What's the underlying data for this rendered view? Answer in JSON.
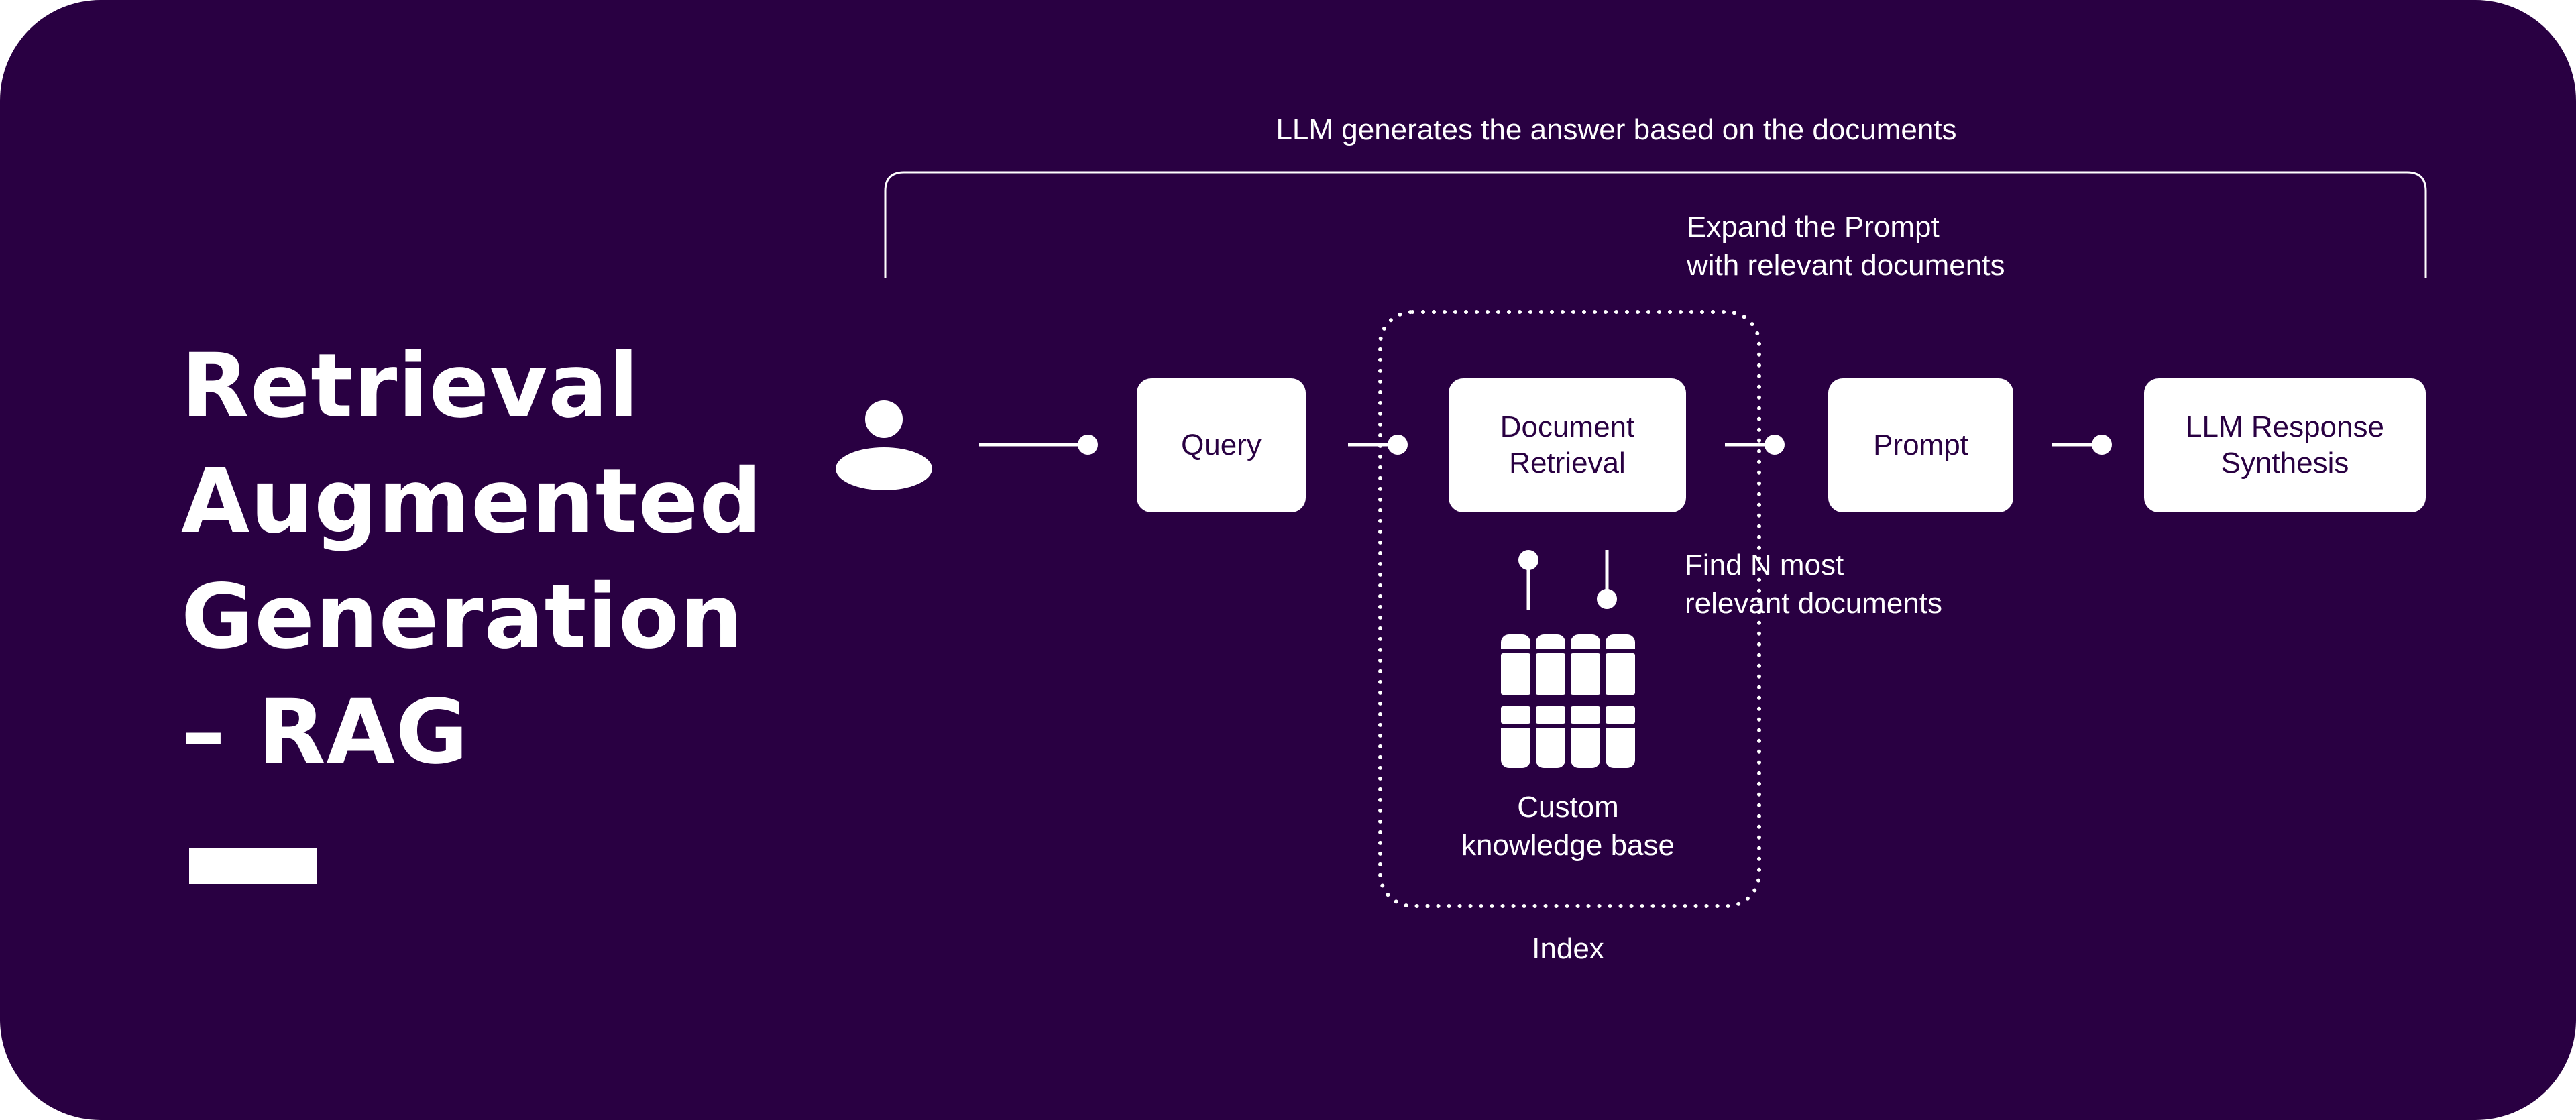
{
  "title": {
    "line1": "Retrieval",
    "line2": "Augmented",
    "line3": "Generation",
    "line4": "– RAG"
  },
  "colors": {
    "background": "#290042",
    "foreground": "#ffffff"
  },
  "icons": {
    "user": "user-icon",
    "knowledge_base": "database-grid-icon"
  },
  "annotations": {
    "top_bracket": "LLM generates the answer based on the documents",
    "expand_prompt_line1": "Expand the Prompt",
    "expand_prompt_line2": "with relevant documents",
    "find_docs_line1": "Find N most",
    "find_docs_line2": "relevant documents",
    "knowledge_base_line1": "Custom",
    "knowledge_base_line2": "knowledge base",
    "index": "Index"
  },
  "nodes": {
    "query": "Query",
    "document_retrieval": "Document\nRetrieval",
    "prompt": "Prompt",
    "llm_response": "LLM Response\nSynthesis"
  }
}
